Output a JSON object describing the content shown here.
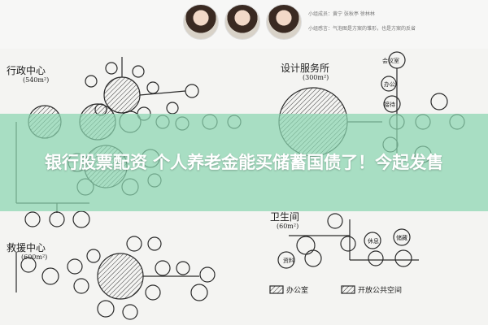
{
  "header": {
    "members_label": "小组成员：",
    "members": "黄宁  张秋亭  徐林林",
    "feeling_label": "小组感言：",
    "feeling": "气泡图是方案的雏形，也是方案的反省"
  },
  "sketch": {
    "zone_top_left_title": "行政中心",
    "zone_top_left_area": "(540m²)",
    "zone_top_right_title": "设计服务所",
    "zone_top_right_area": "(300m²)",
    "zone_bottom_left_title": "救援中心",
    "zone_bottom_left_area": "(600m²)",
    "zone_bottom_right_title": "卫生间",
    "zone_bottom_right_area": "(60m²)",
    "node_1": "会议室",
    "node_2": "办公",
    "node_3": "接待",
    "node_4": "资料",
    "node_5": "休息",
    "node_6": "储藏",
    "legend_office": "办公室",
    "legend_public": "开放公共空间"
  },
  "banner": {
    "title": "银行股票配资 个人养老金能买储蓄国债了！今起发售"
  },
  "colors": {
    "banner": "#8ad6b0",
    "ink": "#222222"
  }
}
